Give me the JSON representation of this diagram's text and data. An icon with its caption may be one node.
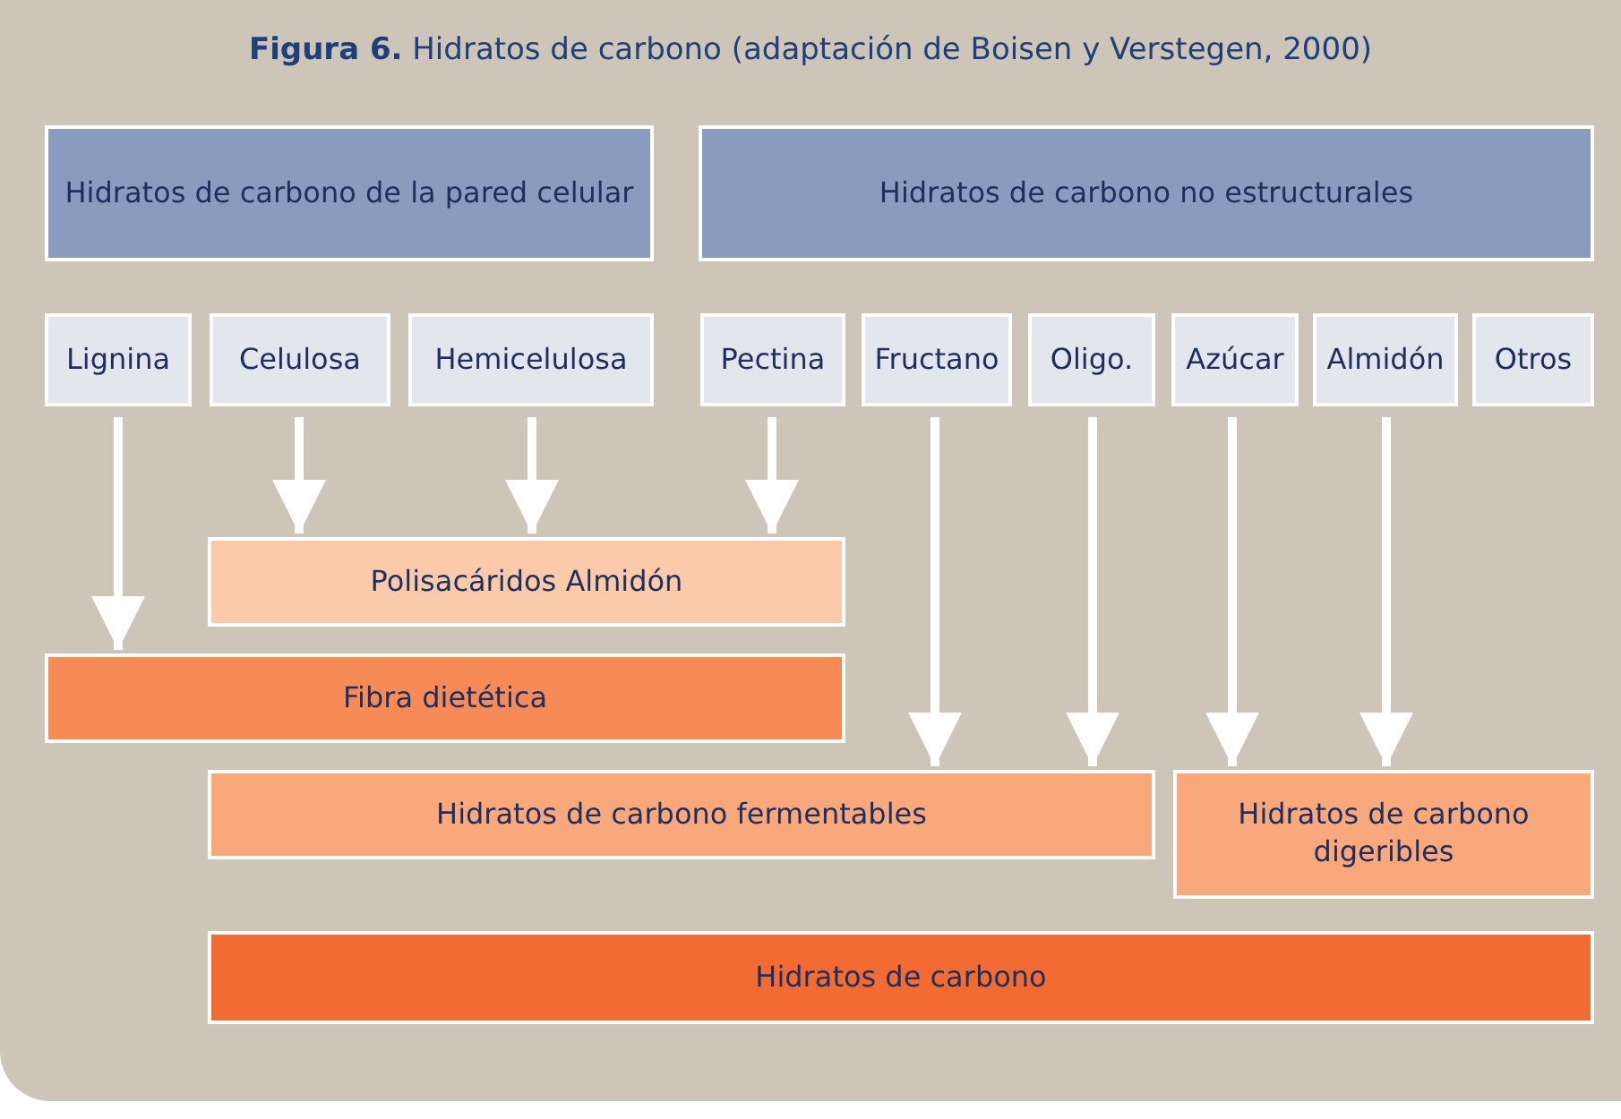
{
  "diagram": {
    "title": "**Figura 6.** Hidratos de carbono (adaptación de Boisen y Verstegen, 2000)",
    "nodes": [
      {
        "text": [
          "Hidratos de carbono de la pared celular"
        ]
      },
      {
        "text": [
          "Hidratos de carbono no estructurales"
        ]
      },
      {
        "text": [
          "Lignina"
        ]
      },
      {
        "text": [
          "Celulosa"
        ]
      },
      {
        "text": [
          "Hemicelulosa"
        ]
      },
      {
        "text": [
          "Pectina"
        ]
      },
      {
        "text": [
          "Fructano"
        ]
      },
      {
        "text": [
          "Oligo."
        ]
      },
      {
        "text": [
          "Azúcar"
        ]
      },
      {
        "text": [
          "Almidón"
        ]
      },
      {
        "text": [
          "Otros"
        ]
      },
      {
        "text": [
          "Polisacáridos Almidón"
        ]
      },
      {
        "text": [
          "Fibra dietética"
        ]
      },
      {
        "text": [
          "Hidratos de carbono fermentables"
        ]
      },
      {
        "text": [
          "Hidratos de carbono digeribles"
        ]
      },
      {
        "text": [
          "Hidratos de carbono"
        ]
      }
    ],
    "edges": [
      {
        "from": 2,
        "to": 12,
        "arrow": "to"
      },
      {
        "from": 3,
        "to": 11,
        "arrow": "to"
      },
      {
        "from": 4,
        "to": 11,
        "arrow": "to"
      },
      {
        "from": 5,
        "to": 11,
        "arrow": "to"
      },
      {
        "from": 6,
        "to": 13,
        "arrow": "to"
      },
      {
        "from": 7,
        "to": 13,
        "arrow": "to"
      },
      {
        "from": 8,
        "to": 14,
        "arrow": "to"
      },
      {
        "from": 9,
        "to": 14,
        "arrow": "to"
      }
    ]
  }
}
